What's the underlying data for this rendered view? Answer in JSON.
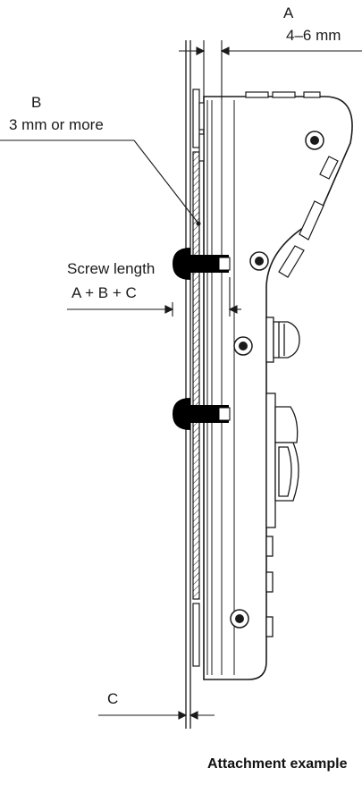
{
  "labels": {
    "a_letter": "A",
    "a_value": "4–6 mm",
    "b_letter": "B",
    "b_value": "3 mm or more",
    "screw_length": "Screw length",
    "screw_formula": "A + B + C",
    "c_letter": "C"
  },
  "caption": "Attachment example",
  "colors": {
    "line": "#1a1a1a",
    "screw": "#000000",
    "background": "#ffffff"
  }
}
